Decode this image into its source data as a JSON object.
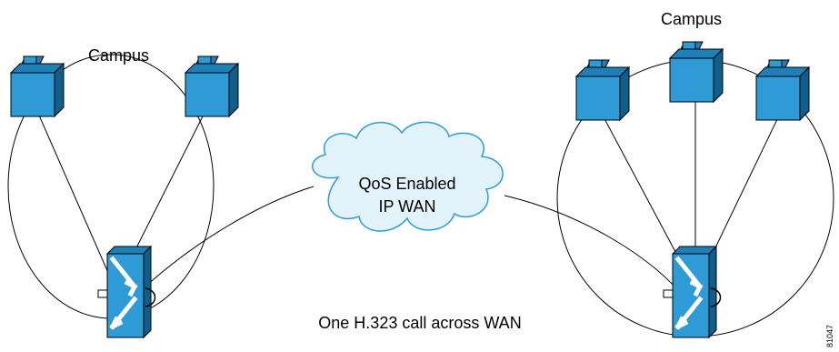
{
  "labels": {
    "campus_left": "Campus",
    "campus_right": "Campus",
    "cloud_line1": "QoS Enabled",
    "cloud_line2": "IP WAN",
    "caption": "One H.323 call across WAN",
    "figure_id": "81047"
  },
  "colors": {
    "device_front": "#2e9bd6",
    "device_top": "#1f7fb8",
    "device_side": "#0f5f8c",
    "cloud_fill": "#e3f3fb",
    "cloud_stroke": "#2e9bd6"
  },
  "icons": {
    "endpoint": "video-endpoint-icon",
    "gatekeeper": "gatekeeper-switch-icon",
    "wan": "cloud-icon"
  }
}
